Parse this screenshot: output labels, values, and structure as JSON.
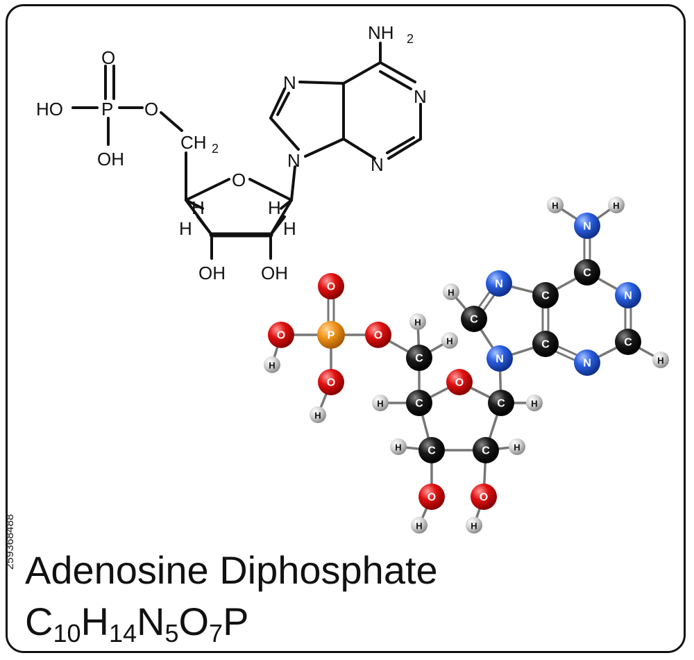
{
  "title": "Adenosine Diphosphate",
  "formula": {
    "parts": [
      {
        "text": "C",
        "sub": "10"
      },
      {
        "text": "H",
        "sub": "14"
      },
      {
        "text": "N",
        "sub": "5"
      },
      {
        "text": "O",
        "sub": "7"
      },
      {
        "text": "P",
        "sub": ""
      }
    ]
  },
  "stock_id": "259368488",
  "skeletal_labels": {
    "o_top": "O",
    "p": "P",
    "o_link": "O",
    "ho_left": "HO",
    "oh_p": "OH",
    "ch2": "CH",
    "ch2_sub": "2",
    "nh2": "NH",
    "nh2_sub": "2",
    "n7": "N",
    "n1": "N",
    "n3": "N",
    "n9": "N",
    "ring_o": "O",
    "h_a": "H",
    "h_b": "H",
    "h_c": "H",
    "h_d": "H",
    "oh_left": "OH",
    "oh_right": "OH"
  },
  "colors": {
    "carbon": "#0d0d0d",
    "oxygen": "#e01010",
    "nitrogen": "#2a5fe0",
    "phosphorus": "#f0961e",
    "hydrogen": "#cfcfcf",
    "frame": "#111111"
  }
}
